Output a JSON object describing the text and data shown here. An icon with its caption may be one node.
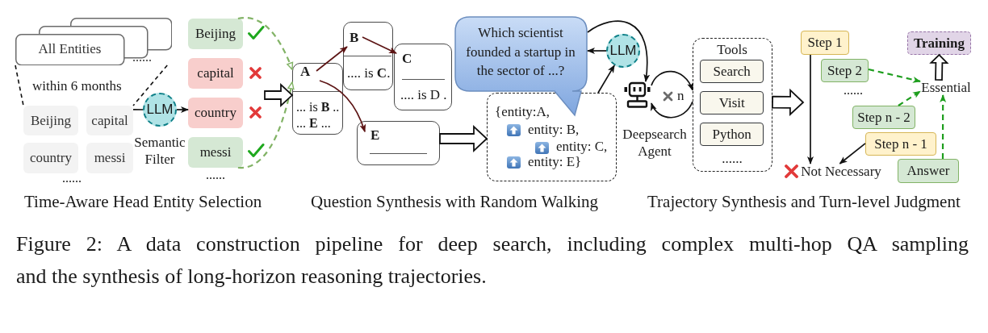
{
  "diagram": {
    "caption": "Figure 2: A data construction pipeline for deep search, including complex multi-hop QA sampling and the synthesis of long-horizon reasoning trajectories.",
    "nodes": [
      {
        "text": [
          "All Entities",
          "......"
        ]
      },
      {
        "text": [
          "Beijing"
        ]
      },
      {
        "text": [
          "capital"
        ]
      },
      {
        "text": [
          "country"
        ]
      },
      {
        "text": [
          "messi"
        ]
      },
      {
        "text": [
          "LLM"
        ]
      },
      {
        "text": [
          "Beijing"
        ]
      },
      {
        "text": [
          "capital"
        ]
      },
      {
        "text": [
          "country"
        ]
      },
      {
        "text": [
          "messi"
        ]
      },
      {
        "text": [
          "A",
          "... is **B** ..",
          "... **E** ..."
        ]
      },
      {
        "text": [
          "B",
          ".... is **C**."
        ]
      },
      {
        "text": [
          "C",
          ".... is D ."
        ]
      },
      {
        "text": [
          "E"
        ]
      },
      {
        "text": [
          "Which scientist founded a startup in the sector of ...?"
        ]
      },
      {
        "text": [
          "LLM"
        ]
      },
      {
        "text": [
          "{entity:A,",
          "entity: B,",
          "entity: C,",
          "entity: E}"
        ]
      },
      {
        "text": [],
        "shape": "picture"
      },
      {
        "text": [
          "Tools",
          "......"
        ]
      },
      {
        "text": [
          "Search"
        ],
        "in": 18
      },
      {
        "text": [
          "Visit"
        ],
        "in": 18
      },
      {
        "text": [
          "Python"
        ],
        "in": 18
      },
      {
        "text": [
          "Step 1"
        ]
      },
      {
        "text": [
          "Training"
        ]
      },
      {
        "text": [
          "Step 2"
        ]
      },
      {
        "text": [
          "Essential"
        ]
      },
      {
        "text": [
          "Step n - 2"
        ]
      },
      {
        "text": [
          "Step n - 1"
        ]
      },
      {
        "text": [
          "Not Necessary"
        ]
      },
      {
        "text": [
          "Answer"
        ]
      }
    ],
    "edges": [
      {
        "from": 0,
        "to": 1,
        "arrow": "none",
        "style": "dashed"
      },
      {
        "from": 0,
        "to": 2,
        "arrow": "none",
        "style": "dashed"
      },
      {
        "from": 2,
        "to": 5,
        "arrow": "none"
      },
      {
        "from": 5,
        "to": 8,
        "arrow": "to"
      },
      {
        "from": 6,
        "to": 10,
        "arrow": "to",
        "style": "dashed",
        "color": "#82b366"
      },
      {
        "from": 9,
        "to": 10,
        "arrow": "to",
        "style": "dashed",
        "color": "#82b366"
      },
      {
        "from": null,
        "to": 10,
        "arrow": "to",
        "style": "thick"
      },
      {
        "from": 10,
        "to": 11,
        "arrow": "to",
        "color": "#5c1414"
      },
      {
        "from": 11,
        "to": 12,
        "arrow": "to",
        "color": "#5c1414"
      },
      {
        "from": 10,
        "to": 13,
        "arrow": "to",
        "color": "#5c1414"
      },
      {
        "from": 13,
        "to": 16,
        "arrow": "to",
        "style": "thick"
      },
      {
        "from": 16,
        "to": 15,
        "arrow": "to"
      },
      {
        "from": 15,
        "to": 14,
        "arrow": "to"
      },
      {
        "from": 14,
        "to": 17,
        "arrow": "to"
      },
      {
        "from": 17,
        "to": 18,
        "arrow": "to"
      },
      {
        "from": 18,
        "to": 17,
        "arrow": "to"
      },
      {
        "from": 18,
        "to": null,
        "arrow": "to",
        "style": "thick"
      },
      {
        "from": 22,
        "to": 28,
        "arrow": "to"
      },
      {
        "from": 27,
        "to": 28,
        "arrow": "to"
      },
      {
        "from": 24,
        "to": 25,
        "arrow": "to",
        "style": "dashed",
        "color": "#1e9e1e"
      },
      {
        "from": 26,
        "to": 25,
        "arrow": "to",
        "style": "dashed",
        "color": "#1e9e1e"
      },
      {
        "from": 29,
        "to": 25,
        "arrow": "to",
        "style": "dashed",
        "color": "#1e9e1e"
      },
      {
        "from": 25,
        "to": 23,
        "arrow": "to",
        "style": "thick"
      }
    ],
    "labels": [
      "within 6 months",
      "Semantic Filter",
      "......",
      "......",
      "Time-Aware Head Entity Selection",
      "Question Synthesis with Random Walking",
      "Deepsearch Agent",
      "n",
      "......",
      "Trajectory Synthesis and Turn-level Judgment"
    ]
  }
}
